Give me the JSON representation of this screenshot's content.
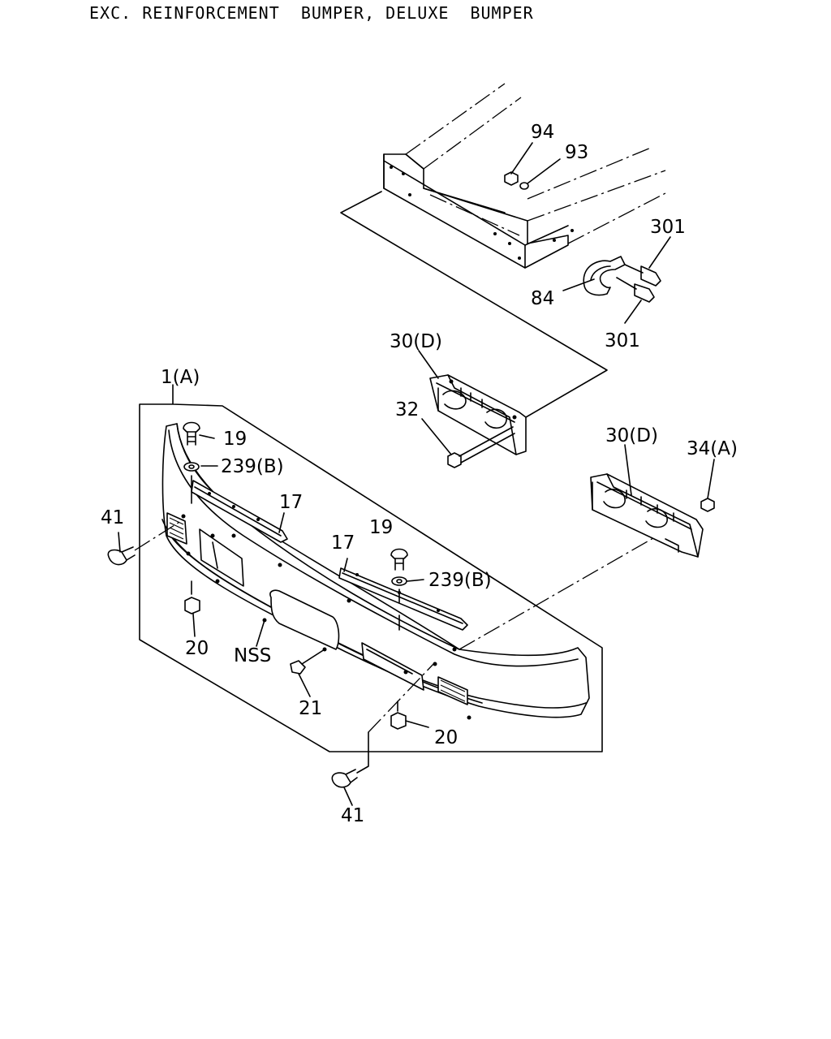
{
  "header": {
    "title": "EXC. REINFORCEMENT  BUMPER, DELUXE  BUMPER"
  },
  "callouts": {
    "c94": "94",
    "c93": "93",
    "c301a": "301",
    "c84": "84",
    "c301b": "301",
    "c30d_a": "30(D)",
    "c32": "32",
    "c1a": "1(A)",
    "c19a": "19",
    "c239a": "239(B)",
    "c17a": "17",
    "c41a": "41",
    "c30d_b": "30(D)",
    "c34a": "34(A)",
    "c17b": "17",
    "c19b": "19",
    "c239b": "239(B)",
    "c20a": "20",
    "cnss": "NSS",
    "c21": "21",
    "c20b": "20",
    "c41b": "41"
  }
}
